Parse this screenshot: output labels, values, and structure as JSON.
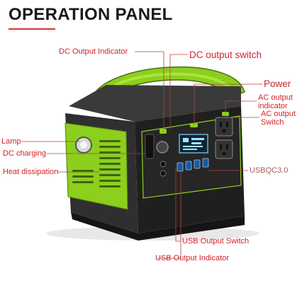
{
  "page": {
    "title": "OPERATION PANEL",
    "accent_color": "#d93636",
    "label_color": "#d2232a",
    "body_color": "#2b2b2b",
    "green_color": "#8ccf1d"
  },
  "labels": {
    "dc_output_indicator": "DC Output Indicator",
    "dc_output_switch": "DC output switch",
    "power": "Power",
    "ac_output_indicator_1": "AC output",
    "ac_output_indicator_2": "indicator",
    "ac_output_switch_1": "AC output",
    "ac_output_switch_2": "Switch",
    "lamp": "Lamp",
    "dc_charging": "DC charging",
    "heat_dissipation": "Heat dissipation",
    "usb_qc": "USBQC3.0",
    "usb_output_switch": "USB Output Switch",
    "usb_output_indicator": "USB Output Indicator"
  },
  "icons": [
    "power-station-device",
    "lamp-icon",
    "lcd-display",
    "ac-socket-icon",
    "usb-port-icon"
  ]
}
